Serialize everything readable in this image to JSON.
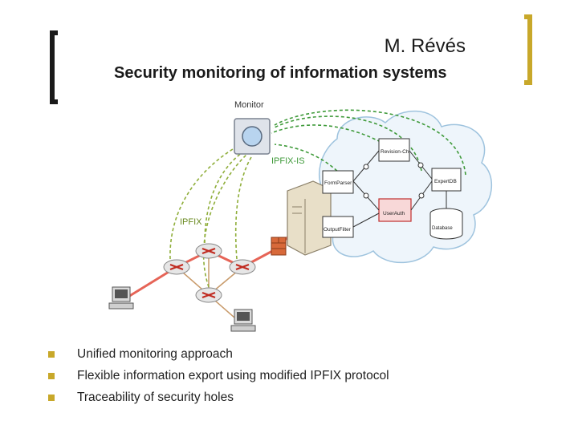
{
  "header": {
    "author": "M. Révés",
    "title": "Security monitoring of information systems"
  },
  "diagram": {
    "monitor_label": "Monitor",
    "ipfix_is_label": "IPFIX-IS",
    "ipfix_label": "IPFIX",
    "components": [
      "Revision-Ch",
      "FormParser",
      "UserAuth",
      "ExpertDB",
      "OutputFilter",
      "Database"
    ]
  },
  "bullets": [
    "Unified monitoring approach",
    "Flexible information export using modified IPFIX protocol",
    "Traceability of security holes"
  ],
  "colors": {
    "accent": "#c8a82a",
    "ipfix_arrows": "#8fae3a",
    "ipfix_is_arrows": "#3f9a3a",
    "network_link": "#e24a3a",
    "router": "#c02a20"
  }
}
